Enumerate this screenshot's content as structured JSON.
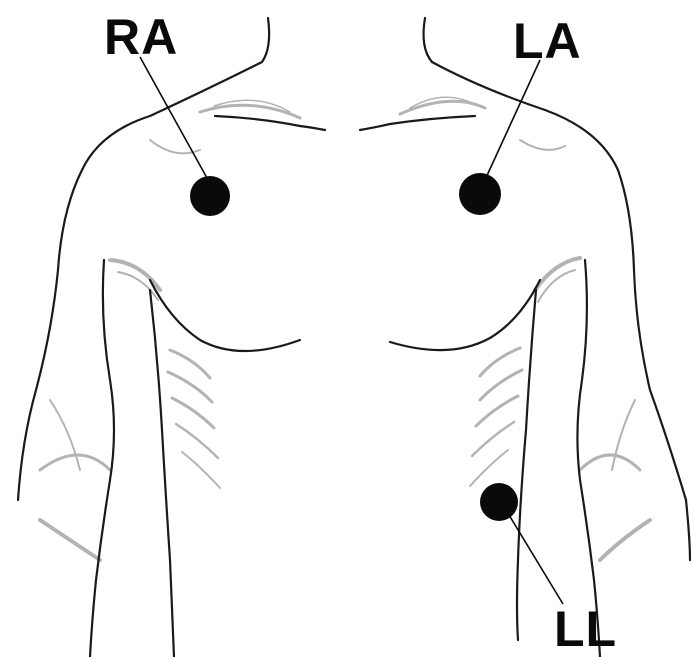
{
  "electrodes": [
    {
      "id": "ra",
      "label": "RA"
    },
    {
      "id": "la",
      "label": "LA"
    },
    {
      "id": "ll",
      "label": "LL"
    }
  ],
  "colors": {
    "ink": "#0a0a0a",
    "outline": "#1a1a1a",
    "shading": "#9a9a9a",
    "background": "#ffffff"
  }
}
